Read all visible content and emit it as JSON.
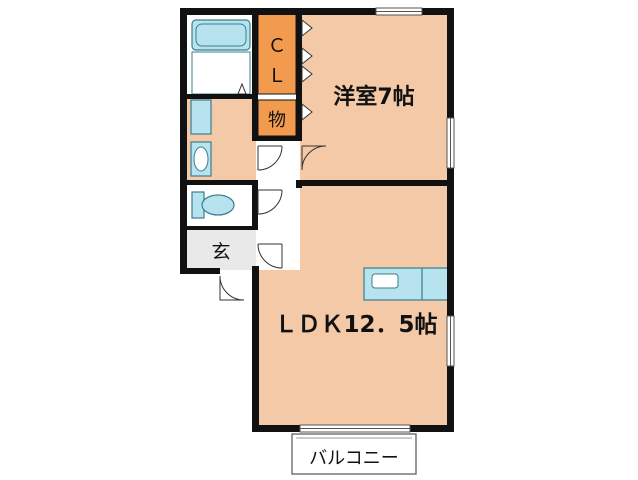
{
  "rooms": {
    "western_room": "洋室7帖",
    "ldk": "ＬＤＫ12．5帖",
    "closet_c": "Ｃ",
    "closet_l": "Ｌ",
    "storage": "物",
    "entrance": "玄",
    "balcony": "バルコニー"
  },
  "colors": {
    "room_fill": "#f4c9a7",
    "closet_fill": "#f29b4f",
    "wall": "#111111",
    "fixture_blue": "#b7e3ee",
    "fixture_outline": "#3b7e8f",
    "entrance_fill": "#e9e9e9"
  }
}
